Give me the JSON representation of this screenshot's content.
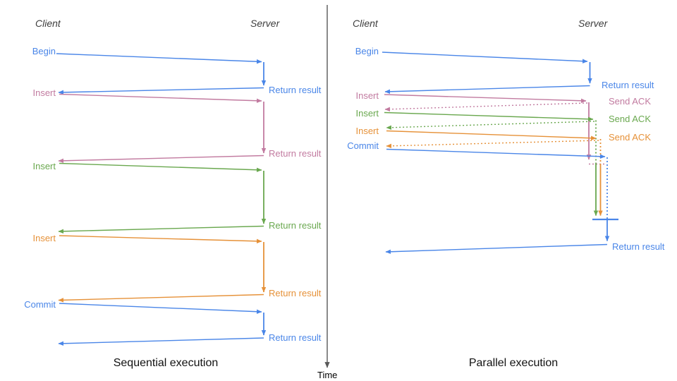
{
  "diagram": {
    "time_label": "Time",
    "colors": {
      "blue": "#4a86e8",
      "pink": "#c27ba0",
      "green": "#6aa84f",
      "orange": "#e69138",
      "axis_gray": "#595959",
      "header_gray": "#3d3d3d"
    },
    "panels": [
      {
        "title": "Sequential execution",
        "client_header": "Client",
        "server_header": "Server",
        "operations": [
          {
            "label": "Begin",
            "color": "blue",
            "response": "Return result"
          },
          {
            "label": "Insert",
            "color": "pink",
            "response": "Return result"
          },
          {
            "label": "Insert",
            "color": "green",
            "response": "Return result"
          },
          {
            "label": "Insert",
            "color": "orange",
            "response": "Return result"
          },
          {
            "label": "Commit",
            "color": "blue",
            "response": "Return result"
          }
        ]
      },
      {
        "title": "Parallel execution",
        "client_header": "Client",
        "server_header": "Server",
        "operations": [
          {
            "label": "Begin",
            "color": "blue",
            "response": "Return result"
          },
          {
            "label": "Insert",
            "color": "pink",
            "response": "Send ACK"
          },
          {
            "label": "Insert",
            "color": "green",
            "response": "Send ACK"
          },
          {
            "label": "Insert",
            "color": "orange",
            "response": "Send ACK"
          },
          {
            "label": "Commit",
            "color": "blue",
            "response": "Return result"
          }
        ]
      }
    ]
  }
}
